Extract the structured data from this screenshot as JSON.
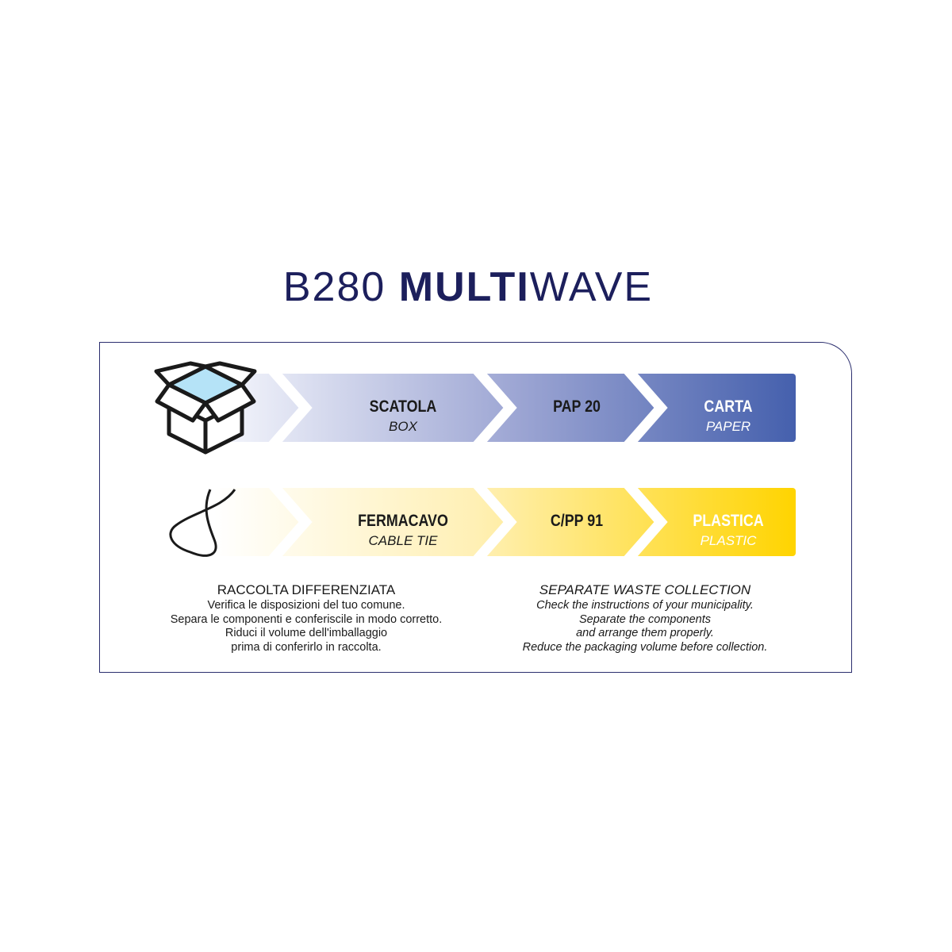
{
  "title": {
    "model": "B280",
    "bold": "MULTI",
    "thin": "WAVE"
  },
  "colors": {
    "navy": "#1c1f5c",
    "paper_start": "#e8eaf6",
    "paper_end": "#4560ad",
    "plastic_start": "#fffbee",
    "plastic_end": "#ffd400"
  },
  "rows": [
    {
      "icon": "box-icon",
      "component_it": "SCATOLA",
      "component_en": "BOX",
      "code": "PAP 20",
      "material_it": "CARTA",
      "material_en": "PAPER"
    },
    {
      "icon": "cable-tie-icon",
      "component_it": "FERMACAVO",
      "component_en": "CABLE TIE",
      "code": "C/PP 91",
      "material_it": "PLASTICA",
      "material_en": "PLASTIC"
    }
  ],
  "instructions_it": {
    "heading": "RACCOLTA DIFFERENZIATA",
    "lines": [
      "Verifica le disposizioni del tuo comune.",
      "Separa le componenti e conferiscile in modo corretto.",
      "Riduci il volume dell'imballaggio",
      "prima di conferirlo in raccolta."
    ]
  },
  "instructions_en": {
    "heading": "SEPARATE WASTE COLLECTION",
    "lines": [
      "Check the instructions of your municipality.",
      "Separate the components",
      "and arrange them properly.",
      "Reduce the packaging volume before collection."
    ]
  }
}
